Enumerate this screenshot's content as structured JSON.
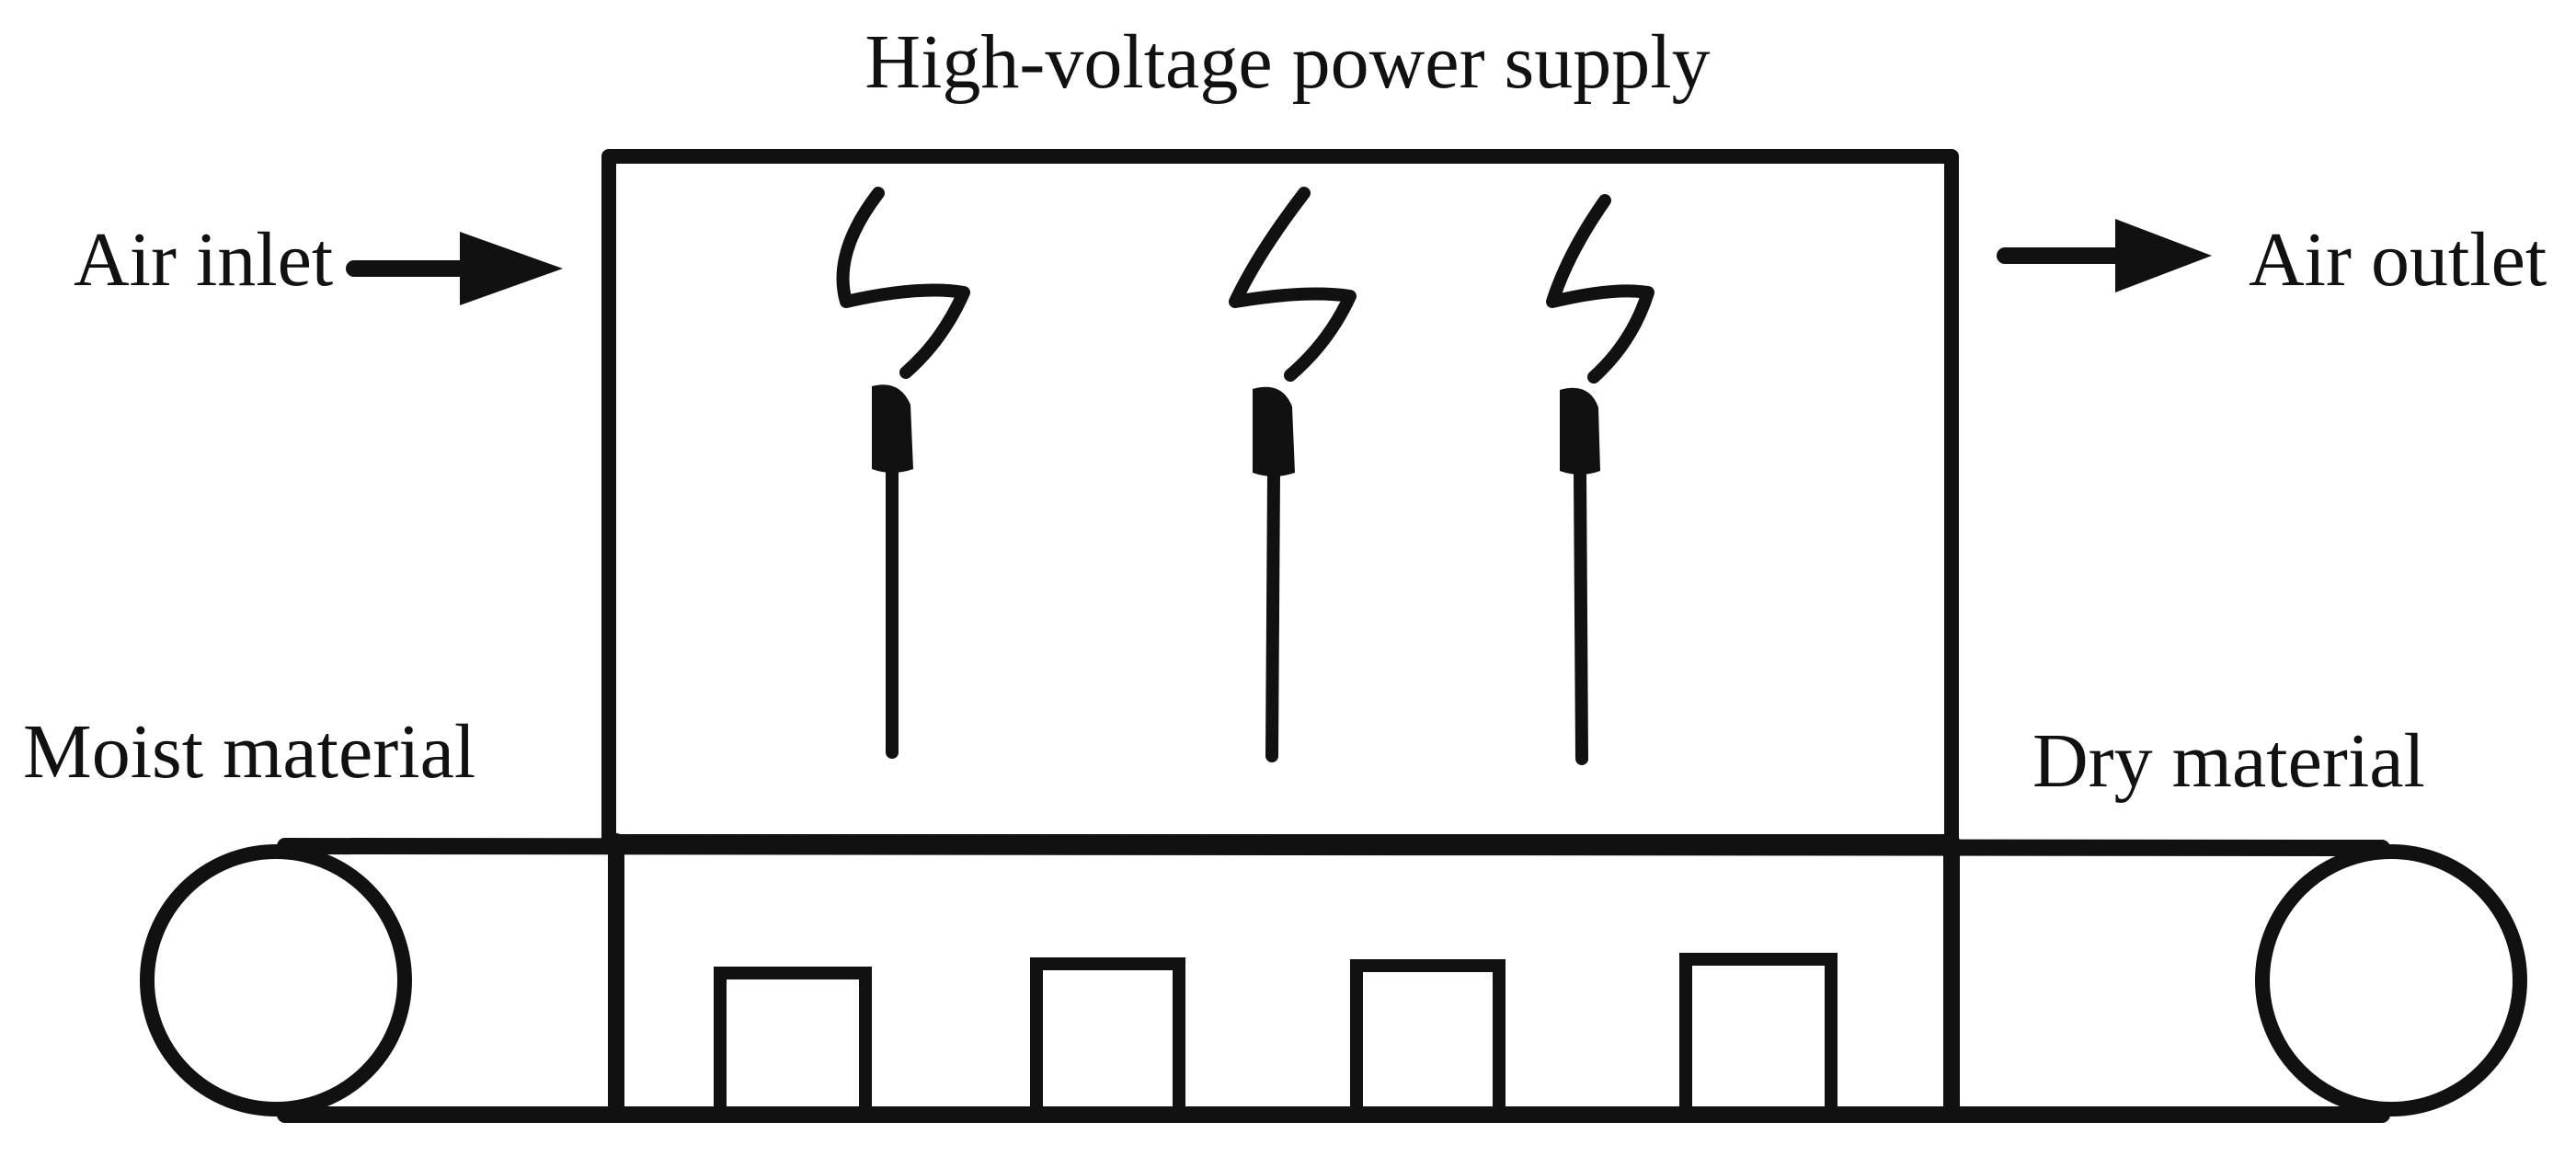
{
  "labels": {
    "power_supply": "High-voltage power supply",
    "air_inlet": "Air inlet",
    "air_outlet": "Air outlet",
    "moist_material": "Moist material",
    "dry_material": "Dry material"
  },
  "colors": {
    "ink": "#111111",
    "background": "#ffffff"
  },
  "icons": {
    "discharge": "lightning-bolt-icon",
    "flow": "arrow-right-icon"
  },
  "components": {
    "electrode_count": 3,
    "material_block_count": 4,
    "roller_count": 2
  }
}
